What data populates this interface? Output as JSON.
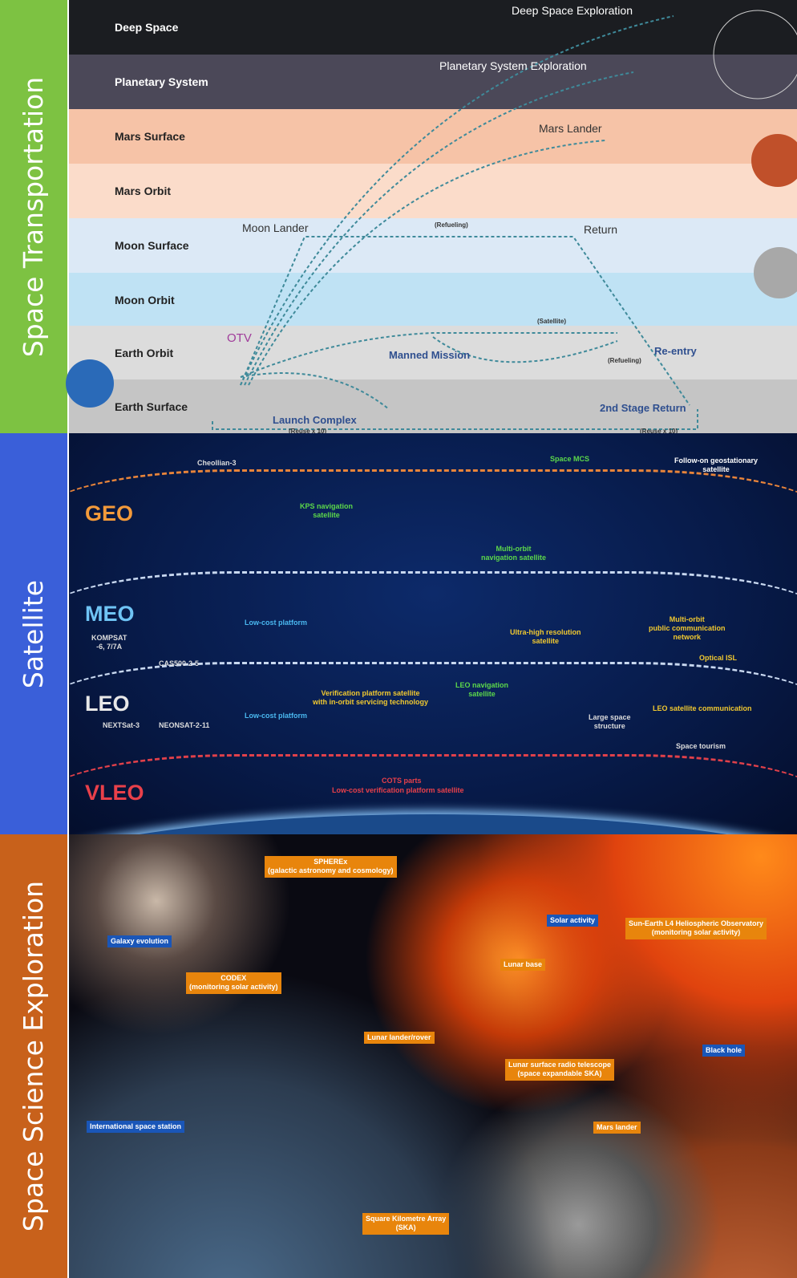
{
  "sections": {
    "transportation": "Space Transportation",
    "satellite": "Satellite",
    "exploration": "Space Science Exploration"
  },
  "colors": {
    "transportation": "#7dc242",
    "satellite": "#3a5fd9",
    "exploration": "#c8611b"
  },
  "transport": {
    "rows": [
      "Deep Space",
      "Planetary System",
      "Mars Surface",
      "Mars Orbit",
      "Moon Surface",
      "Moon Orbit",
      "Earth Orbit",
      "Earth Surface"
    ],
    "labels": {
      "deep": "Deep Space Exploration",
      "planetary": "Planetary System Exploration",
      "mars_lander": "Mars Lander",
      "moon_lander": "Moon Lander",
      "refueling": "(Refueling)",
      "return": "Return",
      "otv": "OTV",
      "satellite": "(Satellite)",
      "manned": "Manned Mission",
      "reentry": "Re-entry",
      "refueling2": "(Refueling)",
      "launch": "Launch Complex",
      "reuse1": "(Reuse x 10)",
      "stage_return": "2nd Stage Return",
      "reuse2": "(Reuse x 10)"
    }
  },
  "satellite": {
    "orbits": {
      "geo": "GEO",
      "meo": "MEO",
      "leo": "LEO",
      "vleo": "VLEO"
    },
    "labels": {
      "cheollian": "Cheollian-3",
      "kps": "KPS navigation\nsatellite",
      "mcs": "Space MCS",
      "followon": "Follow-on geostationary\nsatellite",
      "multinav": "Multi-orbit\nnavigation satellite",
      "lowcost1": "Low-cost platform",
      "lowcost2": "Low-cost platform",
      "kompsat": "KOMPSAT\n-6, 7/7A",
      "cas": "CAS500-2-5",
      "uhr": "Ultra-high resolution\nsatellite",
      "multicomm": "Multi-orbit\npublic communication\nnetwork",
      "isl": "Optical ISL",
      "verif": "Verification platform satellite\nwith in-orbit servicing technology",
      "leonav": "LEO navigation\nsatellite",
      "large": "Large space\nstructure",
      "leocomm": "LEO satellite communication",
      "nextsat": "NEXTSat-3",
      "neonsat": "NEONSAT-2-11",
      "tourism": "Space tourism",
      "cots": "COTS parts",
      "lowverif": "Low-cost verification platform satellite"
    }
  },
  "exploration": {
    "spherex": "SPHEREx\n(galactic astronomy and cosmology)",
    "galaxy": "Galaxy evolution",
    "solar": "Solar activity",
    "l4": "Sun-Earth L4 Heliospheric Observatory\n(monitoring solar activity)",
    "codex": "CODEX\n(monitoring solar activity)",
    "lunarbase": "Lunar base",
    "lander": "Lunar lander/rover",
    "blackhole": "Black hole",
    "radio": "Lunar surface radio telescope\n(space expandable SKA)",
    "iss": "International space station",
    "mars": "Mars lander",
    "ska": "Square Kilometre Array\n(SKA)"
  }
}
